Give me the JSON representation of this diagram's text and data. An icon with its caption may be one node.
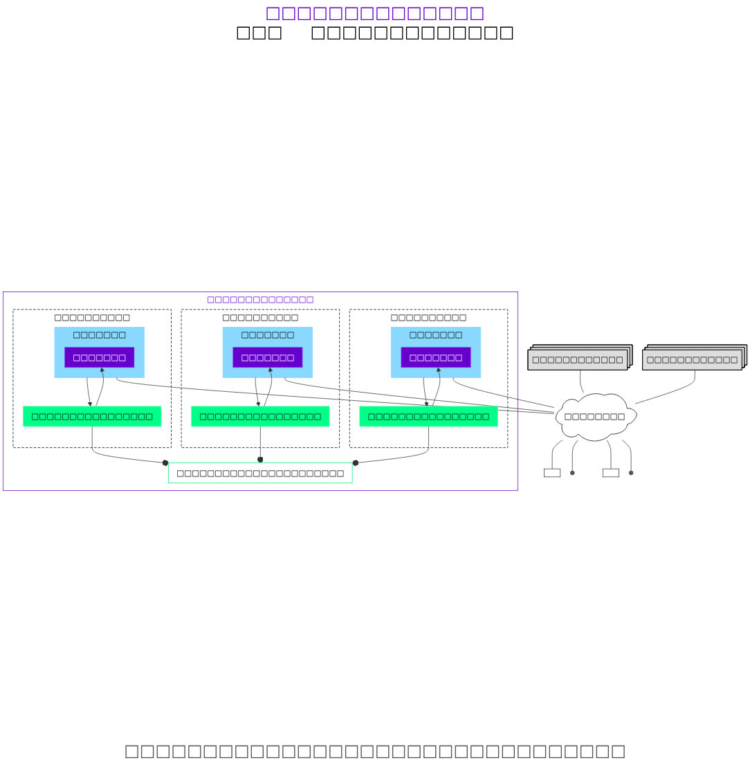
{
  "diagram": {
    "title": "□□□□□□□□□□□□□□",
    "nodes": [
      {
        "text": [
          "□□□□□□□□□□□□□□"
        ]
      },
      {
        "text": [
          "□□□□□□□□□□"
        ],
        "in": 0
      },
      {
        "text": [
          "□□□□□□□"
        ],
        "in": 1
      },
      {
        "text": [
          "□□□□□□□"
        ],
        "in": 2
      },
      {
        "text": [
          "□□□□□□□□□□□□□□□□"
        ],
        "in": 1
      },
      {
        "text": [
          "□□□□□□□□□□"
        ],
        "in": 0
      },
      {
        "text": [
          "□□□□□□□"
        ],
        "in": 5
      },
      {
        "text": [
          "□□□□□□□"
        ],
        "in": 6
      },
      {
        "text": [
          "□□□□□□□□□□□□□□□□"
        ],
        "in": 5
      },
      {
        "text": [
          "□□□□□□□□□□"
        ],
        "in": 0
      },
      {
        "text": [
          "□□□□□□□"
        ],
        "in": 9
      },
      {
        "text": [
          "□□□□□□□"
        ],
        "in": 10
      },
      {
        "text": [
          "□□□□□□□□□□□□□□□□"
        ],
        "in": 9
      },
      {
        "text": [
          "□□□□□□□□□□□□□□□□□□□□□□"
        ],
        "in": 0
      },
      {
        "text": [
          "□□□□□□□□"
        ]
      },
      {
        "text": [
          "□□□□□□□□□□□□"
        ]
      },
      {
        "text": [
          "□□□□□□□□□□□□"
        ]
      },
      {
        "text": [],
        "shape": "box"
      },
      {
        "text": [],
        "shape": "person"
      },
      {
        "text": [],
        "shape": "box"
      },
      {
        "text": [],
        "shape": "person"
      }
    ],
    "edges": [
      {
        "from": 2,
        "to": 4,
        "arrow": "to"
      },
      {
        "from": 4,
        "to": 3,
        "arrow": "to"
      },
      {
        "from": 4,
        "to": 13,
        "arrow": "other"
      },
      {
        "from": 2,
        "to": 14,
        "arrow": "none"
      },
      {
        "from": 6,
        "to": 8,
        "arrow": "to"
      },
      {
        "from": 8,
        "to": 7,
        "arrow": "to"
      },
      {
        "from": 8,
        "to": 13,
        "arrow": "other"
      },
      {
        "from": 6,
        "to": 14,
        "arrow": "none"
      },
      {
        "from": 10,
        "to": 12,
        "arrow": "to"
      },
      {
        "from": 12,
        "to": 11,
        "arrow": "to"
      },
      {
        "from": 12,
        "to": 13,
        "arrow": "other"
      },
      {
        "from": 10,
        "to": 14,
        "arrow": "none"
      },
      {
        "from": 15,
        "to": 14,
        "arrow": "none"
      },
      {
        "from": 16,
        "to": 14,
        "arrow": "none"
      },
      {
        "from": 14,
        "to": 17,
        "arrow": "none"
      },
      {
        "from": 14,
        "to": 18,
        "arrow": "none"
      },
      {
        "from": 14,
        "to": 19,
        "arrow": "none"
      },
      {
        "from": 14,
        "to": 20,
        "arrow": "none"
      }
    ],
    "labels": [
      "□□□",
      "□□□□□□□□□□□□□"
    ],
    "caption": "□□□□□□□□□□□□□□□□□□□□□□□□□□□□□□□□"
  }
}
